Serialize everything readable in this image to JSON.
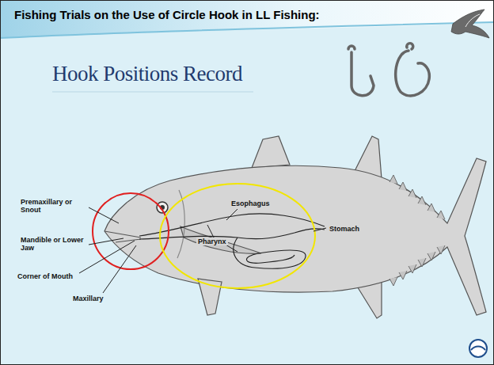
{
  "diagram": {
    "title": "Fishing Trials on the Use of Circle Hook in LL Fishing:",
    "labels": [
      "Hook Positions Record",
      "Premaxillary or Snout",
      "Mandible or Lower Jaw",
      "Corner of Mouth",
      "Maxillary",
      "Esophagus",
      "Stomach",
      "Pharynx"
    ]
  }
}
